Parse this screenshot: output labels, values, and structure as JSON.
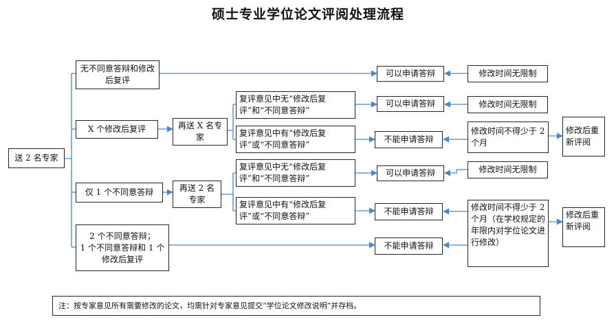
{
  "title": "硕士专业学位论文评阅处理流程",
  "nodes": {
    "root": "送 2 名专家",
    "c1": "无不同意答辩和修改后复评",
    "c2": "X 个修改后复评",
    "c3": "仅 1 个不同意答辩",
    "c4": "2 个不同意答辩；\n1 个不同意答辩和 1 个修改后复评",
    "resendx": "再送 X 名专家",
    "resend2": "再送 2 名专家",
    "opt_no_x": "复评意见中无“修改后复评”和“不同意答辩”",
    "opt_has_x": "复评意见中有“修改后复评”或“不同意答辩”",
    "opt_no_2": "复评意见中无“修改后复评”和“不同意答辩”",
    "opt_has_2": "复评意见中有“修改后复评”或“不同意答辩”",
    "can1": "可以申请答辩",
    "can2": "可以申请答辩",
    "can3": "可以申请答辩",
    "cannot1": "不能申请答辩",
    "cannot2": "不能申请答辩",
    "cannot3": "不能申请答辩",
    "unl1": "修改时间无限制",
    "unl2": "修改时间无限制",
    "unl3": "修改时间无限制",
    "min2": "修改时间不得少于 2 个月",
    "min2b": "修改时间不得少于 2 个月（在学校规定的年限内对学位论文进行修改）",
    "rev1": "修改后重新评阅",
    "rev2": "修改后重新评阅"
  },
  "note": "注：按专家意见所有需要修改的论文，均需针对专家意见提交“学位论文修改说明”并存档。",
  "colors": {
    "connector": "#4a86c8",
    "border": "#222222"
  }
}
